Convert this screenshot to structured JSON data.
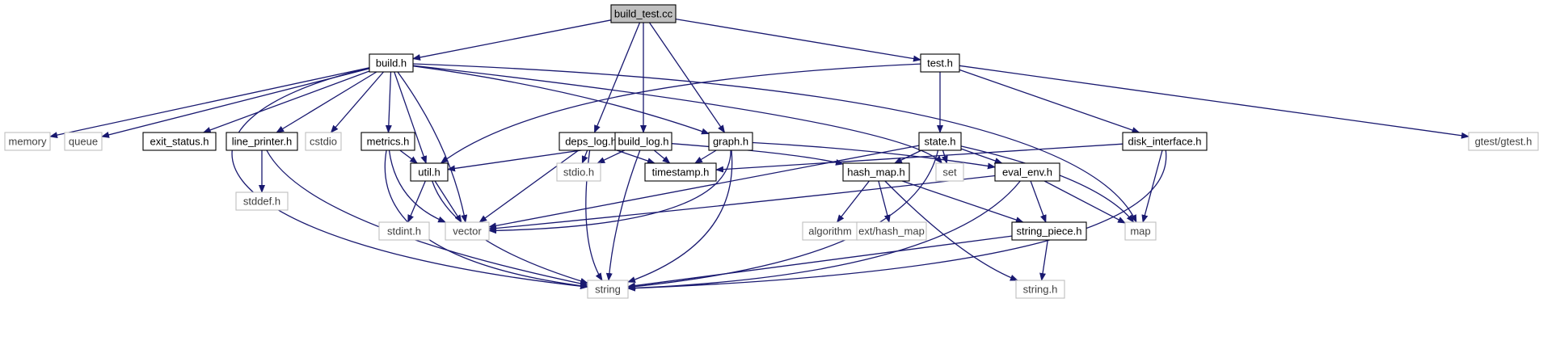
{
  "diagram": {
    "colors": {
      "edge": "#191970",
      "root_fill": "#bfbfbf",
      "project_stroke": "#000000",
      "system_stroke": "#bfbfbf",
      "project_text": "#000000",
      "system_text": "#3f3f3f"
    },
    "nodes": [
      {
        "id": "build_test_cc",
        "label": "build_test.cc",
        "kind": "root"
      },
      {
        "id": "build_h",
        "label": "build.h",
        "kind": "project"
      },
      {
        "id": "test_h",
        "label": "test.h",
        "kind": "project"
      },
      {
        "id": "memory",
        "label": "memory",
        "kind": "system"
      },
      {
        "id": "queue",
        "label": "queue",
        "kind": "system"
      },
      {
        "id": "exit_status_h",
        "label": "exit_status.h",
        "kind": "project"
      },
      {
        "id": "line_printer_h",
        "label": "line_printer.h",
        "kind": "project"
      },
      {
        "id": "cstdio",
        "label": "cstdio",
        "kind": "system"
      },
      {
        "id": "metrics_h",
        "label": "metrics.h",
        "kind": "project"
      },
      {
        "id": "deps_log_h",
        "label": "deps_log.h",
        "kind": "project"
      },
      {
        "id": "build_log_h",
        "label": "build_log.h",
        "kind": "project"
      },
      {
        "id": "graph_h",
        "label": "graph.h",
        "kind": "project"
      },
      {
        "id": "state_h",
        "label": "state.h",
        "kind": "project"
      },
      {
        "id": "disk_interface_h",
        "label": "disk_interface.h",
        "kind": "project"
      },
      {
        "id": "gtest_h",
        "label": "gtest/gtest.h",
        "kind": "system"
      },
      {
        "id": "stddef_h",
        "label": "stddef.h",
        "kind": "system"
      },
      {
        "id": "util_h",
        "label": "util.h",
        "kind": "project"
      },
      {
        "id": "stdio_h",
        "label": "stdio.h",
        "kind": "system"
      },
      {
        "id": "timestamp_h",
        "label": "timestamp.h",
        "kind": "project"
      },
      {
        "id": "hash_map_h",
        "label": "hash_map.h",
        "kind": "project"
      },
      {
        "id": "set",
        "label": "set",
        "kind": "system"
      },
      {
        "id": "eval_env_h",
        "label": "eval_env.h",
        "kind": "project"
      },
      {
        "id": "stdint_h",
        "label": "stdint.h",
        "kind": "system"
      },
      {
        "id": "vector",
        "label": "vector",
        "kind": "system"
      },
      {
        "id": "algorithm",
        "label": "algorithm",
        "kind": "system"
      },
      {
        "id": "ext_hash_map",
        "label": "ext/hash_map",
        "kind": "system"
      },
      {
        "id": "string_piece_h",
        "label": "string_piece.h",
        "kind": "project"
      },
      {
        "id": "map",
        "label": "map",
        "kind": "system"
      },
      {
        "id": "string",
        "label": "string",
        "kind": "system"
      },
      {
        "id": "string_h",
        "label": "string.h",
        "kind": "system"
      }
    ],
    "edges": [
      [
        "build_test_cc",
        "build_h"
      ],
      [
        "build_test_cc",
        "test_h"
      ],
      [
        "build_test_cc",
        "deps_log_h"
      ],
      [
        "build_test_cc",
        "build_log_h"
      ],
      [
        "build_test_cc",
        "graph_h"
      ],
      [
        "build_h",
        "memory"
      ],
      [
        "build_h",
        "queue"
      ],
      [
        "build_h",
        "string"
      ],
      [
        "build_h",
        "exit_status_h"
      ],
      [
        "build_h",
        "line_printer_h"
      ],
      [
        "build_h",
        "cstdio"
      ],
      [
        "build_h",
        "metrics_h"
      ],
      [
        "build_h",
        "util_h"
      ],
      [
        "build_h",
        "vector"
      ],
      [
        "build_h",
        "graph_h"
      ],
      [
        "build_h",
        "set"
      ],
      [
        "build_h",
        "map"
      ],
      [
        "line_printer_h",
        "stddef_h"
      ],
      [
        "line_printer_h",
        "string"
      ],
      [
        "metrics_h",
        "util_h"
      ],
      [
        "metrics_h",
        "vector"
      ],
      [
        "metrics_h",
        "string"
      ],
      [
        "util_h",
        "stdint_h"
      ],
      [
        "util_h",
        "vector"
      ],
      [
        "util_h",
        "string"
      ],
      [
        "deps_log_h",
        "stdio_h"
      ],
      [
        "deps_log_h",
        "timestamp_h"
      ],
      [
        "deps_log_h",
        "vector"
      ],
      [
        "deps_log_h",
        "string"
      ],
      [
        "build_log_h",
        "util_h"
      ],
      [
        "build_log_h",
        "stdio_h"
      ],
      [
        "build_log_h",
        "timestamp_h"
      ],
      [
        "build_log_h",
        "hash_map_h"
      ],
      [
        "build_log_h",
        "string"
      ],
      [
        "graph_h",
        "timestamp_h"
      ],
      [
        "graph_h",
        "eval_env_h"
      ],
      [
        "graph_h",
        "vector"
      ],
      [
        "graph_h",
        "string"
      ],
      [
        "test_h",
        "util_h"
      ],
      [
        "test_h",
        "state_h"
      ],
      [
        "test_h",
        "disk_interface_h"
      ],
      [
        "test_h",
        "gtest_h"
      ],
      [
        "state_h",
        "hash_map_h"
      ],
      [
        "state_h",
        "set"
      ],
      [
        "state_h",
        "eval_env_h"
      ],
      [
        "state_h",
        "map"
      ],
      [
        "state_h",
        "vector"
      ],
      [
        "state_h",
        "string"
      ],
      [
        "disk_interface_h",
        "timestamp_h"
      ],
      [
        "disk_interface_h",
        "map"
      ],
      [
        "disk_interface_h",
        "string"
      ],
      [
        "hash_map_h",
        "algorithm"
      ],
      [
        "hash_map_h",
        "ext_hash_map"
      ],
      [
        "hash_map_h",
        "string_piece_h"
      ],
      [
        "hash_map_h",
        "string_h"
      ],
      [
        "eval_env_h",
        "string_piece_h"
      ],
      [
        "eval_env_h",
        "map"
      ],
      [
        "eval_env_h",
        "vector"
      ],
      [
        "eval_env_h",
        "string"
      ],
      [
        "string_piece_h",
        "string"
      ],
      [
        "string_piece_h",
        "string_h"
      ]
    ]
  }
}
